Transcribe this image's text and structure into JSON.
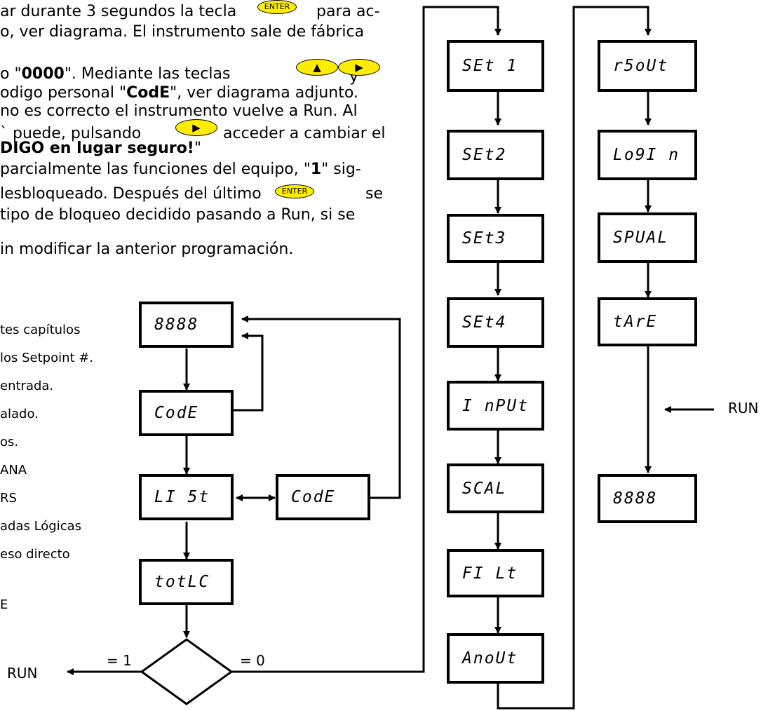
{
  "text": {
    "lines": [
      "ar durante 3 segundos la tecla",
      "para ac-",
      "o, ver diagrama. El instrumento sale de fábrica",
      "o \"",
      "0000",
      "\". Mediante las teclas",
      "y",
      "odigo personal \"",
      "CodE",
      "\", ver diagrama adjunto.",
      "no es correcto el instrumento vuelve a Run.  Al",
      "` puede, pulsando",
      "acceder a cambiar el",
      "DIGO en lugar seguro!",
      "\"",
      "parcialmente las funciones del equipo, \"",
      "1",
      "\" sig-",
      "lesbloqueado. Después del último",
      "se",
      "tipo de bloqueo decidido pasando a Run, si se",
      "in modificar la anterior programación."
    ],
    "enter_key": "ENTER",
    "up_key": "▲",
    "right_key": "▶"
  },
  "menu_list": [
    "tes capítulos",
    "los Setpoint #.",
    "entrada.",
    "alado.",
    "os.",
    "ANA",
    "RS",
    "adas Lógicas",
    "eso directo",
    "E"
  ],
  "diagram": {
    "left_boxes": [
      "8888",
      "CodE",
      "LI 5t",
      "totLC"
    ],
    "code_box": "CodE",
    "middle_boxes": [
      "SEt 1",
      "SEt2",
      "SEt3",
      "SEt4",
      "I nPUt",
      "SCAL",
      "FI Lt",
      "AnoUt"
    ],
    "right_boxes": [
      "r5oUt",
      "Lo9I n",
      "SPUAL",
      "tArE",
      "8888"
    ],
    "labels": {
      "eq1": "= 1",
      "eq0": "= 0",
      "run_left": "RUN",
      "run_right": "RUN"
    }
  }
}
